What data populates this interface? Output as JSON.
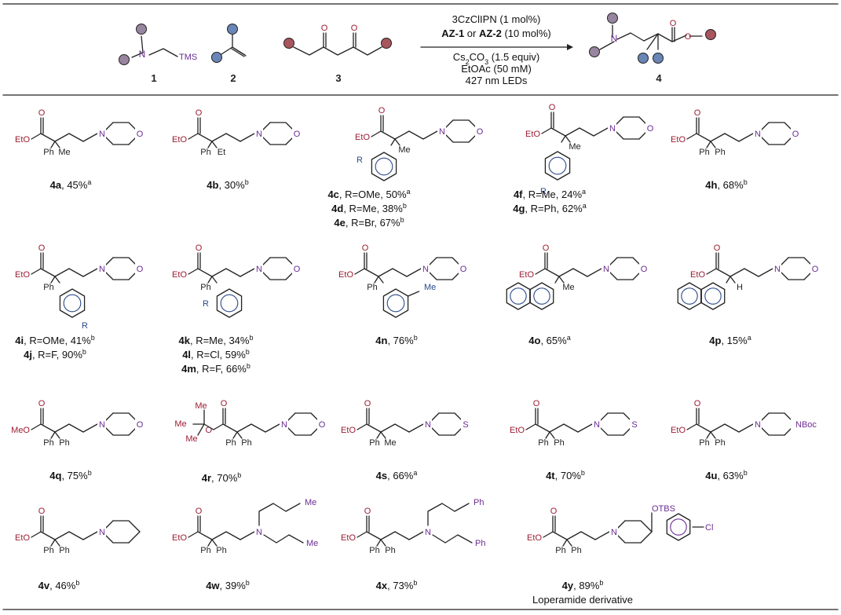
{
  "reagents": [
    {
      "id": "1",
      "label": "TMS",
      "atom": "N"
    },
    {
      "id": "2"
    },
    {
      "id": "3"
    }
  ],
  "conditions": {
    "above": [
      {
        "parts": [
          {
            "t": "3CzClIPN (1 mol%)",
            "b": false
          }
        ]
      },
      {
        "parts": [
          {
            "t": "AZ-1",
            "b": true
          },
          {
            "t": " or ",
            "b": false
          },
          {
            "t": "AZ-2",
            "b": true
          },
          {
            "t": " (10 mol%)",
            "b": false
          }
        ]
      }
    ],
    "below": [
      {
        "parts": [
          {
            "t": "Cs",
            "b": false
          },
          {
            "t": "2",
            "sub": true
          },
          {
            "t": "CO",
            "b": false
          },
          {
            "t": "3",
            "sub": true
          },
          {
            "t": " (1.5 equiv)",
            "b": false
          }
        ]
      },
      {
        "parts": [
          {
            "t": "EtOAc (50 mM)",
            "b": false
          }
        ]
      },
      {
        "parts": [
          {
            "t": "427 nm LEDs",
            "b": false
          }
        ]
      }
    ]
  },
  "product_id": "4",
  "colors": {
    "purple": "#98859f",
    "blue": "#6986b6",
    "red": "#a8565e",
    "ester": "#9b1c31",
    "aryl": "#2b4a8b",
    "amine": "#6a2c91"
  },
  "entries": [
    {
      "id": "4a",
      "yield": "45%",
      "note": "a",
      "ester": "EtO",
      "sub1": "Ph",
      "sub2": "Me",
      "amine": "O"
    },
    {
      "id": "4b",
      "yield": "30%",
      "note": "b",
      "ester": "EtO",
      "sub1": "Ph",
      "sub2": "Et",
      "amine": "O"
    },
    {
      "id": "4c",
      "r": "R=OMe",
      "yield": "50%",
      "note": "a",
      "ester": "EtO",
      "sub2": "Me",
      "amine": "O",
      "aryl_r": "R"
    },
    {
      "id": "4d",
      "r": "R=Me",
      "yield": "38%",
      "note": "b"
    },
    {
      "id": "4e",
      "r": "R=Br",
      "yield": "67%",
      "note": "b"
    },
    {
      "id": "4f",
      "r": "R=Me",
      "yield": "24%",
      "note": "a",
      "ester": "EtO",
      "sub2": "Me",
      "amine": "O",
      "aryl_r": "R"
    },
    {
      "id": "4g",
      "r": "R=Ph",
      "yield": "62%",
      "note": "a"
    },
    {
      "id": "4h",
      "yield": "68%",
      "note": "b",
      "ester": "EtO",
      "sub1": "Ph",
      "sub2": "Ph",
      "amine": "O"
    },
    {
      "id": "4i",
      "r": "R=OMe",
      "yield": "41%",
      "note": "b",
      "ester": "EtO",
      "sub1": "Ph",
      "amine": "O",
      "aryl_r": "R"
    },
    {
      "id": "4j",
      "r": "R=F",
      "yield": "90%",
      "note": "b"
    },
    {
      "id": "4k",
      "r": "R=Me",
      "yield": "34%",
      "note": "b",
      "ester": "EtO",
      "sub1": "Ph",
      "amine": "O",
      "aryl_r": "R"
    },
    {
      "id": "4l",
      "r": "R=Cl",
      "yield": "59%",
      "note": "b"
    },
    {
      "id": "4m",
      "r": "R=F",
      "yield": "66%",
      "note": "b"
    },
    {
      "id": "4n",
      "yield": "76%",
      "note": "b",
      "ester": "EtO",
      "sub1": "Ph",
      "amine": "O",
      "aryl_r": "Me"
    },
    {
      "id": "4o",
      "yield": "65%",
      "note": "a",
      "ester": "EtO",
      "sub2": "Me",
      "amine": "O"
    },
    {
      "id": "4p",
      "yield": "15%",
      "note": "a",
      "ester": "EtO",
      "sub2": "H",
      "amine": "O"
    },
    {
      "id": "4q",
      "yield": "75%",
      "note": "b",
      "ester": "MeO",
      "sub1": "Ph",
      "sub2": "Ph",
      "amine": "O"
    },
    {
      "id": "4r",
      "yield": "70%",
      "note": "b",
      "ester": "O",
      "sub1": "Ph",
      "sub2": "Ph",
      "amine": "O",
      "tbu": "Me"
    },
    {
      "id": "4s",
      "yield": "66%",
      "note": "a",
      "ester": "EtO",
      "sub1": "Ph",
      "sub2": "Me",
      "amine": "S"
    },
    {
      "id": "4t",
      "yield": "70%",
      "note": "b",
      "ester": "EtO",
      "sub1": "Ph",
      "sub2": "Ph",
      "amine": "S"
    },
    {
      "id": "4u",
      "yield": "63%",
      "note": "b",
      "ester": "EtO",
      "sub1": "Ph",
      "sub2": "Ph",
      "amine": "NBoc"
    },
    {
      "id": "4v",
      "yield": "46%",
      "note": "b",
      "ester": "EtO",
      "sub1": "Ph",
      "sub2": "Ph"
    },
    {
      "id": "4w",
      "yield": "39%",
      "note": "b",
      "ester": "EtO",
      "sub1": "Ph",
      "sub2": "Ph",
      "chain": "Me"
    },
    {
      "id": "4x",
      "yield": "73%",
      "note": "b",
      "ester": "EtO",
      "sub1": "Ph",
      "sub2": "Ph",
      "chain": "Ph"
    },
    {
      "id": "4y",
      "yield": "89%",
      "note": "b",
      "ester": "EtO",
      "sub1": "Ph",
      "sub2": "Ph",
      "otbs": "OTBS",
      "cl": "Cl",
      "caption": "Loperamide derivative"
    }
  ]
}
